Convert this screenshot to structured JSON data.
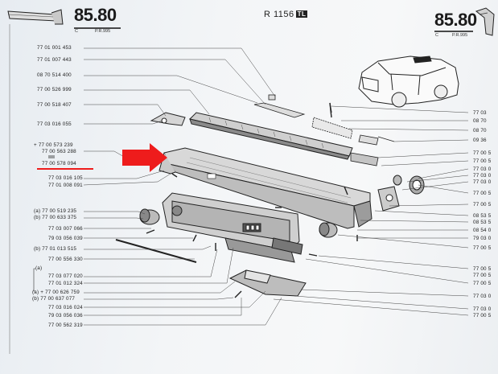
{
  "header": {
    "page_left": "85.80",
    "page_left_sub_c": "C",
    "page_left_sub_pr": "P.R.995",
    "model": "R 1156",
    "model_badge": "TL",
    "page_right": "85.80",
    "page_right_sub_c": "C",
    "page_right_sub_pr": "P.R.995"
  },
  "left_refs": [
    "77 01 001 453",
    "77 01 007 443",
    "08 70 514 400",
    "77 00 526 999",
    "77 00 518 407",
    "77 03 016 055",
    "+ 77 00 573 239",
    "77 00 563 288",
    "77 00 578 094",
    "77 03 016 105",
    "77 01 008 091",
    "(a) 77 00 519 235",
    "(b) 77 00 633 375",
    "77 03 007 066",
    "79 03 056 039",
    "(b) 77 01 013 515",
    "77 00 556 330",
    "(a)",
    "77 03 077 020",
    "77 01 012 324",
    "(a) + 77 00 626 759",
    "(b) 77 00 637 077",
    "77 03 016 024",
    "79 03 056 036",
    "77 00 562 319"
  ],
  "right_refs": [
    "77 03",
    "08 70",
    "08 70",
    "09 36",
    "77 00 5",
    "77 00 5",
    "77 03 0",
    "77 03 0",
    "77 03 0",
    "77 00 5",
    "77 00 5",
    "08 53 5",
    "08 53 5",
    "08 54 0",
    "79 03 0",
    "77 00 5",
    "77 00 5",
    "77 00 5",
    "77 00 5",
    "77 03 0",
    "77 03 0",
    "77 00 5"
  ],
  "highlight": {
    "arrow_color": "#ee1c1c",
    "underline_color": "#ee1c1c",
    "target_ref": "77 00 578 094"
  }
}
